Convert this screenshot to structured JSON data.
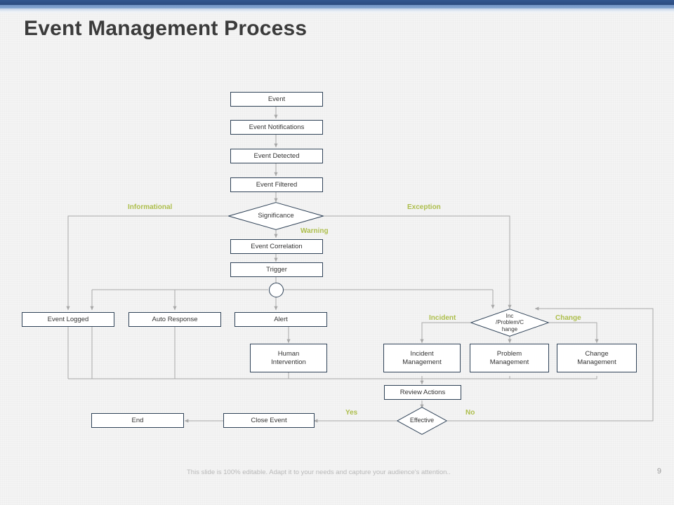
{
  "slide": {
    "title": "Event Management Process",
    "footer_note": "This slide is 100% editable. Adapt it to your needs and capture your audience's attention..",
    "page_number": "9",
    "accent_bar_color": "#2f5086",
    "edge_label_color": "#adbe4c",
    "node_border_color": "#2f4257",
    "node_fill_color": "#ffffff",
    "connector_color": "#a8a8a8",
    "background_color": "#f4f4f4"
  },
  "flowchart": {
    "nodes": {
      "event": "Event",
      "event_notifications": "Event Notifications",
      "event_detected": "Event Detected",
      "event_filtered": "Event Filtered",
      "significance": "Significance",
      "event_correlation": "Event Correlation",
      "trigger": "Trigger",
      "event_logged": "Event Logged",
      "auto_response": "Auto Response",
      "alert": "Alert",
      "human_intervention": "Human\nIntervention",
      "inc_problem_change": "Inc\n/Problem/C\nhange",
      "incident_management": "Incident\nManagement",
      "problem_management": "Problem\nManagement",
      "change_management": "Change\nManagement",
      "review_actions": "Review Actions",
      "effective": "Effective",
      "close_event": "Close Event",
      "end": "End"
    },
    "edge_labels": {
      "informational": "Informational",
      "exception": "Exception",
      "warning": "Warning",
      "incident": "Incident",
      "change": "Change",
      "yes": "Yes",
      "no": "No"
    }
  }
}
